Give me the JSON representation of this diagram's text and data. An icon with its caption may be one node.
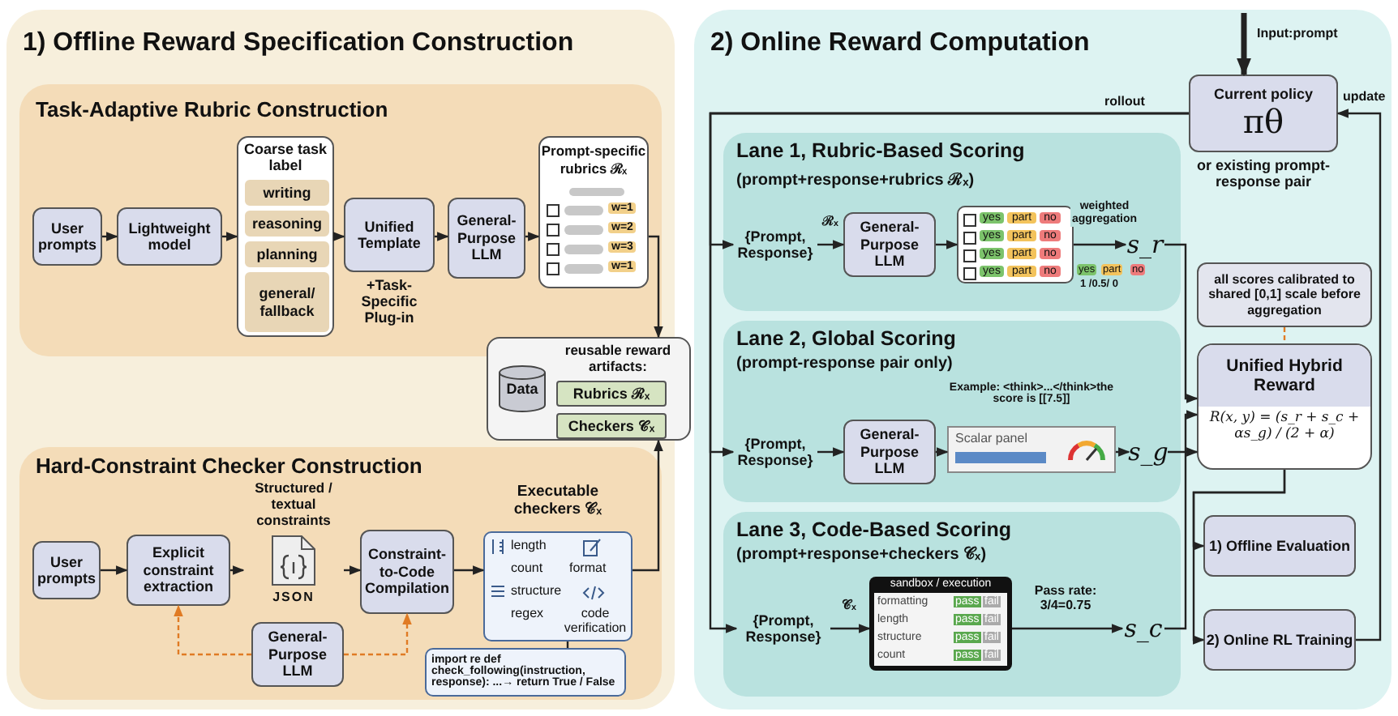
{
  "diagram": {
    "nodes": [
      {
        "text": [
          "1) Offline Reward Specification Construction"
        ]
      },
      {
        "text": [
          "Task-Adaptive Rubric Construction"
        ],
        "in": 0
      },
      {
        "text": [
          "User prompts"
        ],
        "in": 1
      },
      {
        "text": [
          "Lightweight model"
        ],
        "in": 1
      },
      {
        "text": [
          "Coarse task label"
        ],
        "in": 1
      },
      {
        "text": [
          "writing"
        ],
        "in": 4
      },
      {
        "text": [
          "reasoning"
        ],
        "in": 4
      },
      {
        "text": [
          "planning"
        ],
        "in": 4
      },
      {
        "text": [
          "general/ fallback"
        ],
        "in": 4
      },
      {
        "text": [
          "Unified Template",
          "+Task-Specific Plug-in"
        ],
        "in": 1
      },
      {
        "text": [
          "General-Purpose LLM"
        ],
        "in": 1
      },
      {
        "text": [
          "Prompt-specific rubrics ℛₓ",
          "w=1",
          "w=2",
          "w=3",
          "w=1"
        ],
        "in": 1
      },
      {
        "text": [
          "reusable reward artifacts:"
        ],
        "in": 0
      },
      {
        "text": [
          "Data"
        ],
        "in": 12
      },
      {
        "text": [
          "Rubrics ℛₓ"
        ],
        "in": 12
      },
      {
        "text": [
          "Checkers 𝒞ₓ"
        ],
        "in": 12
      },
      {
        "text": [
          "Hard-Constraint Checker Construction"
        ],
        "in": 0
      },
      {
        "text": [
          "User prompts"
        ],
        "in": 16
      },
      {
        "text": [
          "Explicit constraint extraction"
        ],
        "in": 16
      },
      {
        "text": [
          "Structured / textual constraints",
          "JSON"
        ],
        "in": 16
      },
      {
        "text": [
          "Constraint-to-Code Compilation"
        ],
        "in": 16
      },
      {
        "text": [
          "General-Purpose LLM"
        ],
        "in": 16
      },
      {
        "text": [
          "Executable checkers 𝒞ₓ",
          "length",
          "count",
          "structure",
          "regex",
          "format",
          "code verification"
        ],
        "in": 16
      },
      {
        "text": [
          "import re def check_following(instruction, response): ...→ return True / False"
        ],
        "in": 16
      },
      {
        "text": [
          "2) Online Reward Computation"
        ]
      },
      {
        "text": [
          "Current policy",
          "πθ",
          "or existing prompt-response pair"
        ],
        "in": 24
      },
      {
        "text": [
          "Lane 1, Rubric-Based Scoring",
          "(prompt+response+rubrics ℛₓ)"
        ],
        "in": 24
      },
      {
        "text": [
          "{Prompt, Response}"
        ],
        "in": 26
      },
      {
        "text": [
          "General-Purpose LLM"
        ],
        "in": 26
      },
      {
        "text": [
          "yes",
          "part",
          "no",
          "yes",
          "part",
          "no",
          "yes",
          "part",
          "no",
          "yes",
          "part",
          "no"
        ],
        "in": 26
      },
      {
        "text": [
          "s_r"
        ],
        "in": 26
      },
      {
        "text": [
          "Lane 2, Global Scoring",
          "(prompt-response pair only)"
        ],
        "in": 24
      },
      {
        "text": [
          "{Prompt, Response}"
        ],
        "in": 31
      },
      {
        "text": [
          "General-Purpose LLM"
        ],
        "in": 31
      },
      {
        "text": [
          "Example: <think>...</think>the score is [[7.5]]",
          "Scalar panel"
        ],
        "in": 31
      },
      {
        "text": [
          "s_g"
        ],
        "in": 31
      },
      {
        "text": [
          "Lane 3, Code-Based Scoring",
          "(prompt+response+checkers 𝒞ₓ)"
        ],
        "in": 24
      },
      {
        "text": [
          "{Prompt, Response}"
        ],
        "in": 36
      },
      {
        "text": [
          "sandbox / execution",
          "formatting",
          "pass",
          "fail",
          "length",
          "pass",
          "fail",
          "structure",
          "pass",
          "fail",
          "count",
          "pass",
          "fail"
        ],
        "in": 36
      },
      {
        "text": [
          "s_c"
        ],
        "in": 36
      },
      {
        "text": [
          "all scores calibrated to shared [0,1] scale before aggregation"
        ],
        "in": 24
      },
      {
        "text": [
          "Unified Hybrid Reward",
          "R(x, y) = (s_r + s_c + αs_g) / (2 + α)"
        ],
        "in": 24
      },
      {
        "text": [
          "1) Offline Evaluation"
        ],
        "in": 24
      },
      {
        "text": [
          "2) Online RL Training"
        ],
        "in": 24
      }
    ],
    "edges": [
      {
        "from": null,
        "to": 25,
        "arrow": "to",
        "label": "Input:prompt",
        "style": "thick"
      },
      {
        "from": 2,
        "to": 3,
        "arrow": "to"
      },
      {
        "from": 3,
        "to": 4,
        "arrow": "to"
      },
      {
        "from": 4,
        "to": 9,
        "arrow": "to"
      },
      {
        "from": 9,
        "to": 10,
        "arrow": "to"
      },
      {
        "from": 10,
        "to": 11,
        "arrow": "to"
      },
      {
        "from": 11,
        "to": 12,
        "arrow": "to"
      },
      {
        "from": 17,
        "to": 18,
        "arrow": "to"
      },
      {
        "from": 18,
        "to": 19,
        "arrow": "to"
      },
      {
        "from": 19,
        "to": 20,
        "arrow": "to"
      },
      {
        "from": 20,
        "to": 22,
        "arrow": "to"
      },
      {
        "from": 22,
        "to": 12,
        "arrow": "to"
      },
      {
        "from": 21,
        "to": 18,
        "arrow": "to",
        "style": "dashed",
        "color": "#e07b24"
      },
      {
        "from": 21,
        "to": 20,
        "arrow": "to",
        "style": "dashed",
        "color": "#e07b24"
      },
      {
        "from": 22,
        "to": 23,
        "arrow": "none"
      },
      {
        "from": 25,
        "to": 27,
        "arrow": "to",
        "label": "rollout"
      },
      {
        "from": 25,
        "to": 32,
        "arrow": "to"
      },
      {
        "from": 25,
        "to": 37,
        "arrow": "to"
      },
      {
        "from": 27,
        "to": 28,
        "arrow": "to",
        "label": "ℛₓ"
      },
      {
        "from": 28,
        "to": 29,
        "arrow": "to"
      },
      {
        "from": 29,
        "to": 30,
        "arrow": "to",
        "label": "weighted aggregation"
      },
      {
        "from": 32,
        "to": 33,
        "arrow": "to"
      },
      {
        "from": 33,
        "to": 34,
        "arrow": "to"
      },
      {
        "from": 34,
        "to": 35,
        "arrow": "to"
      },
      {
        "from": 37,
        "to": 38,
        "arrow": "to",
        "label": "𝒞ₓ"
      },
      {
        "from": 38,
        "to": 39,
        "arrow": "to",
        "label": "Pass rate: 3/4=0.75"
      },
      {
        "from": 30,
        "to": 41,
        "arrow": "to"
      },
      {
        "from": 35,
        "to": 41,
        "arrow": "to"
      },
      {
        "from": 39,
        "to": 41,
        "arrow": "to"
      },
      {
        "from": 40,
        "to": 41,
        "arrow": "none",
        "style": "dashed",
        "color": "#e07b24"
      },
      {
        "from": 41,
        "to": 42,
        "arrow": "to"
      },
      {
        "from": 41,
        "to": 43,
        "arrow": "to"
      },
      {
        "from": 43,
        "to": 25,
        "arrow": "to",
        "label": "update"
      }
    ],
    "labels": [
      "yes",
      "part",
      "no",
      "1 /0.5/ 0"
    ]
  }
}
